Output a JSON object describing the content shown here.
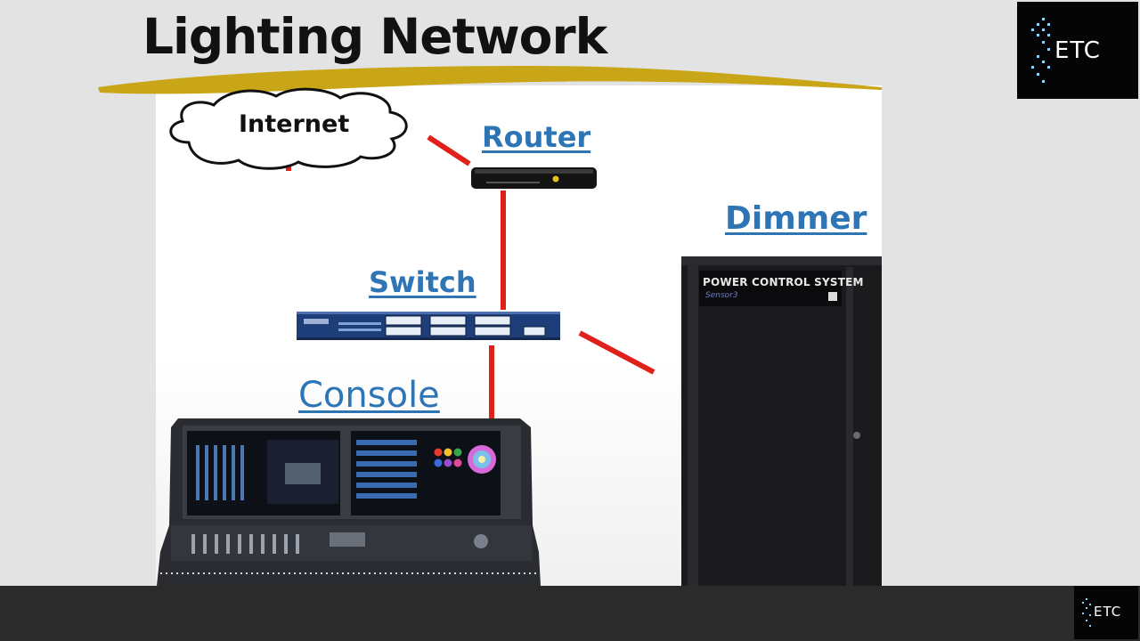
{
  "slide": {
    "title": "Lighting Network"
  },
  "logos": {
    "text": "ETC"
  },
  "diagram": {
    "labels": {
      "internet": "Internet",
      "router": "Router",
      "switch": "Switch",
      "console": "Console",
      "dimmer": "Dimmer"
    },
    "dimmer_panel": {
      "brand_text": "POWER CONTROL SYSTEM",
      "model_text": "Sensor3"
    },
    "link_color": "#e0201b",
    "label_color": "#2e75b6"
  }
}
